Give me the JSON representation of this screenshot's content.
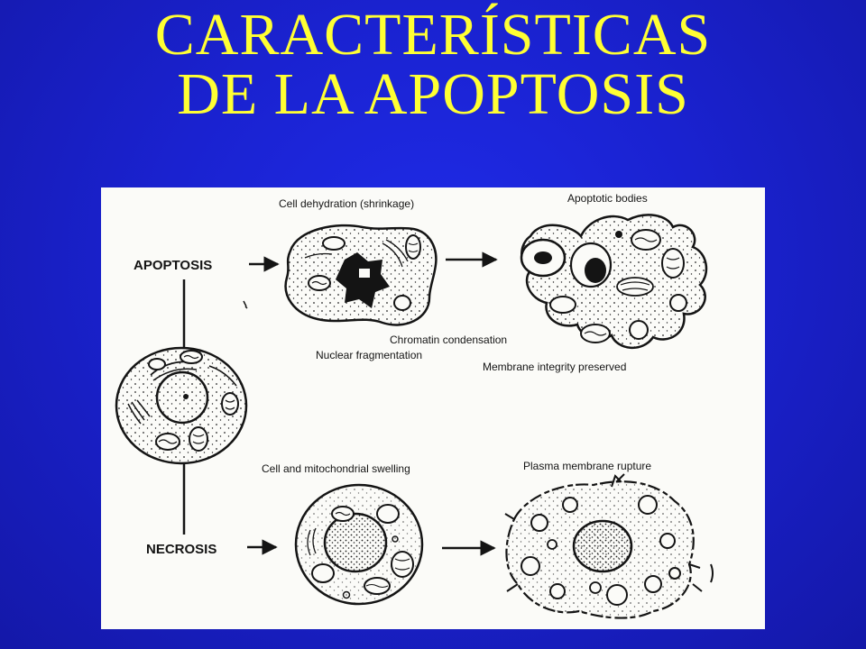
{
  "title": {
    "line1": "CARACTERÍSTICAS",
    "line2": "DE LA APOPTOSIS"
  },
  "diagram": {
    "apoptosis_label": "APOPTOSIS",
    "necrosis_label": "NECROSIS",
    "labels": {
      "cell_dehydration": "Cell dehydration (shrinkage)",
      "apoptotic_bodies": "Apoptotic bodies",
      "chromatin_condensation": "Chromatin condensation",
      "nuclear_fragmentation": "Nuclear fragmentation",
      "membrane_integrity": "Membrane integrity preserved",
      "cell_mito_swelling": "Cell and mitochondrial swelling",
      "plasma_rupture": "Plasma membrane rupture"
    }
  },
  "colors": {
    "background": "#1a22d0",
    "title": "#ffff33",
    "figure_background": "#fbfbf8",
    "ink": "#141414"
  }
}
